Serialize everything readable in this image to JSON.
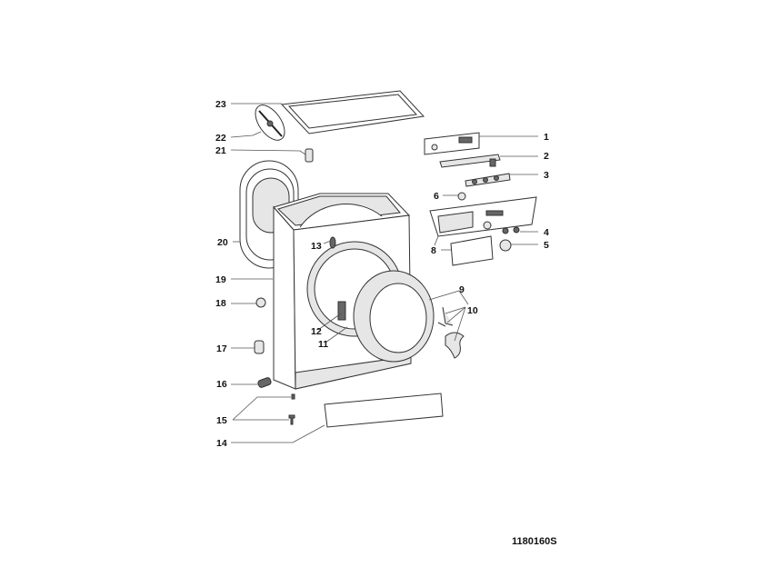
{
  "diagram": {
    "title_code": "1180160S",
    "callouts": [
      "1",
      "2",
      "3",
      "4",
      "5",
      "6",
      "8",
      "9",
      "10",
      "11",
      "12",
      "13",
      "14",
      "15",
      "16",
      "17",
      "18",
      "19",
      "20",
      "21",
      "22",
      "23"
    ],
    "line_color": "#555555"
  }
}
